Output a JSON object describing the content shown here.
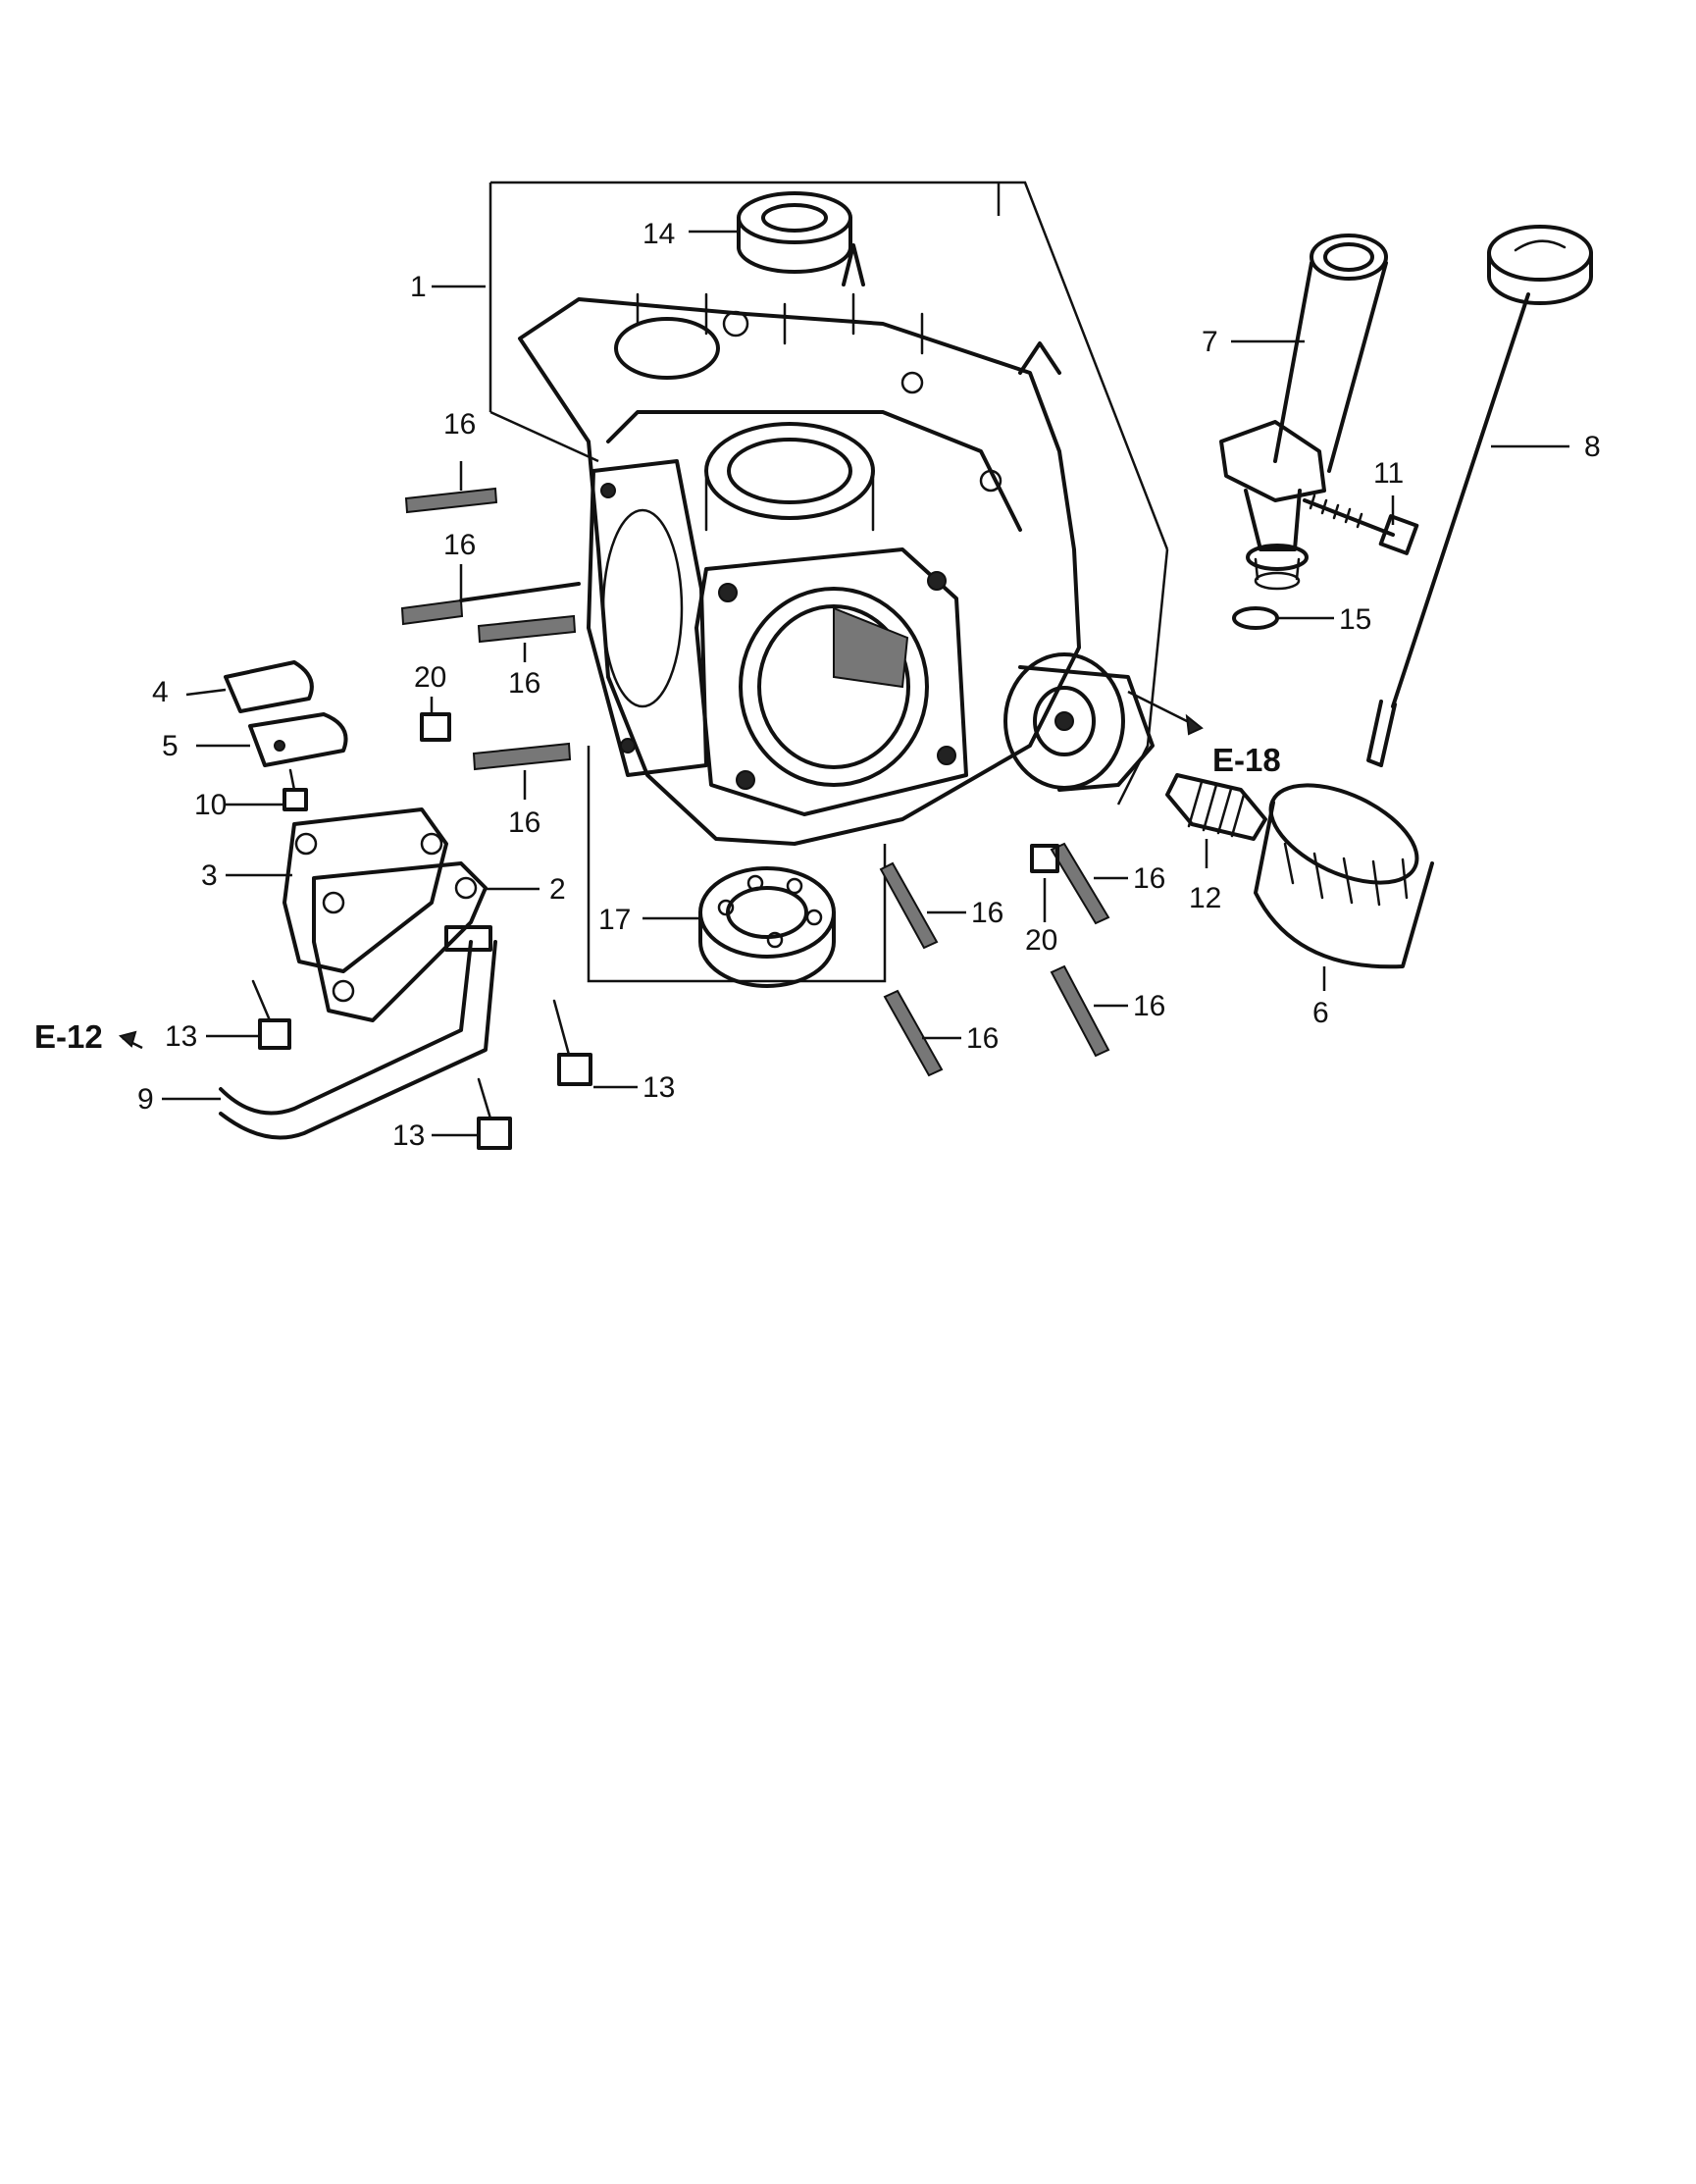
{
  "callouts": {
    "c1": "1",
    "c2": "2",
    "c3": "3",
    "c4": "4",
    "c5": "5",
    "c6": "6",
    "c7": "7",
    "c8": "8",
    "c9": "9",
    "c10": "10",
    "c11": "11",
    "c12": "12",
    "c13a": "13",
    "c13b": "13",
    "c13c": "13",
    "c14": "14",
    "c15": "15",
    "c16a": "16",
    "c16b": "16",
    "c16c": "16",
    "c16d": "16",
    "c16e": "16",
    "c16f": "16",
    "c16g": "16",
    "c16h": "16",
    "c17": "17",
    "c20a": "20",
    "c20b": "20"
  },
  "references": {
    "e18": "E-18",
    "e12": "E-12"
  }
}
